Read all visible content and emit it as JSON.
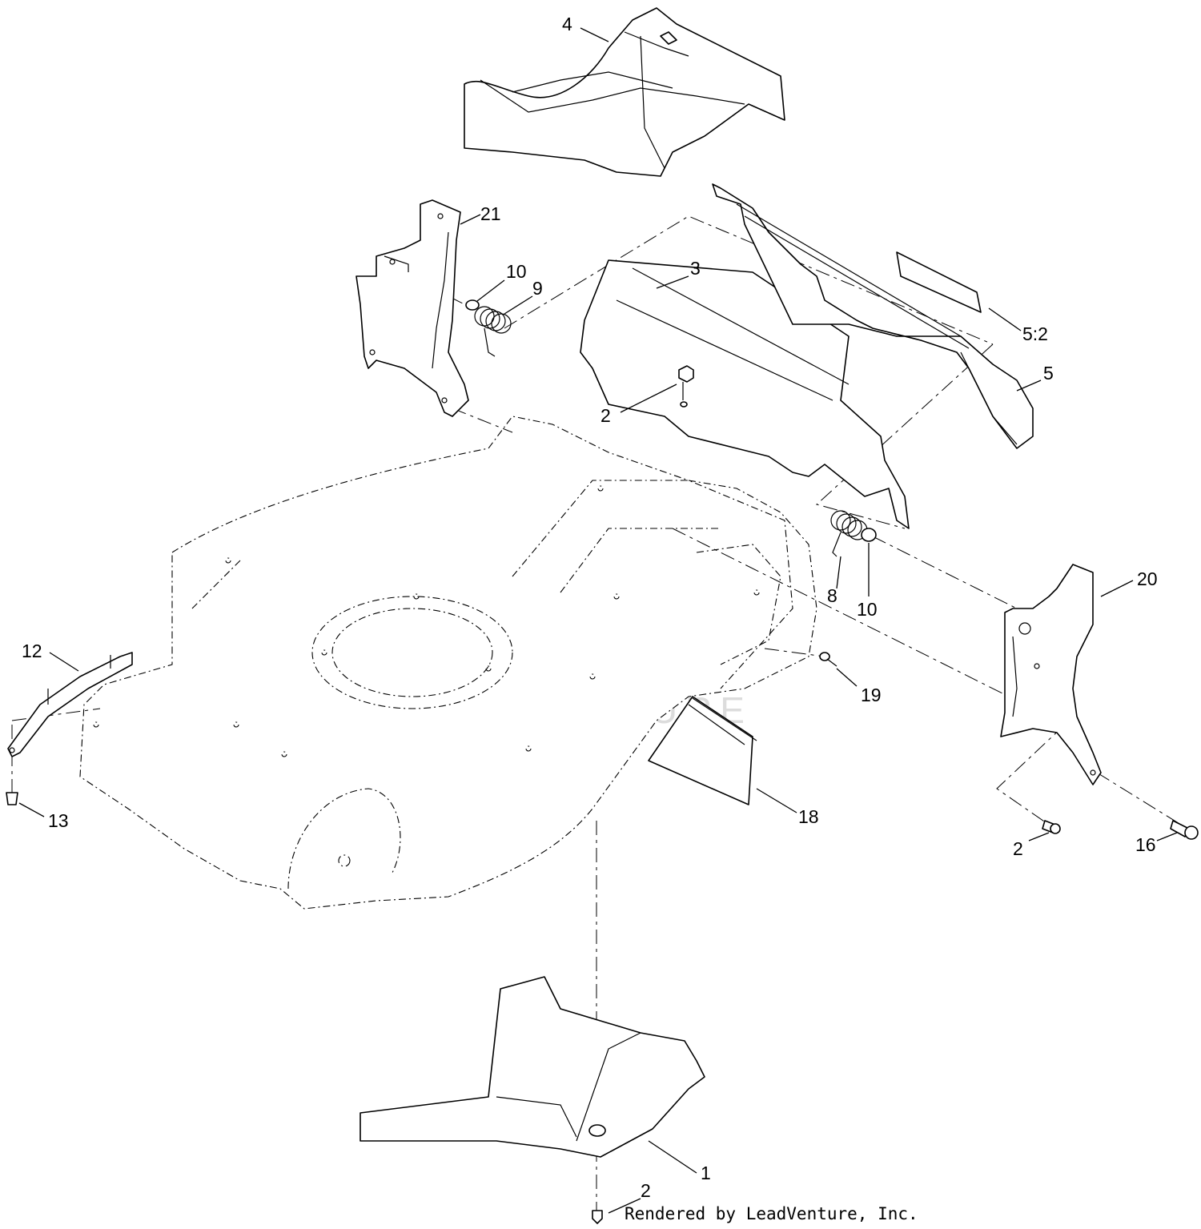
{
  "diagram": {
    "callouts": [
      {
        "id": "c4",
        "label": "4"
      },
      {
        "id": "c21",
        "label": "21"
      },
      {
        "id": "c10a",
        "label": "10"
      },
      {
        "id": "c9",
        "label": "9"
      },
      {
        "id": "c3",
        "label": "3"
      },
      {
        "id": "c52",
        "label": "5:2"
      },
      {
        "id": "c5",
        "label": "5"
      },
      {
        "id": "c2a",
        "label": "2"
      },
      {
        "id": "c20",
        "label": "20"
      },
      {
        "id": "c8",
        "label": "8"
      },
      {
        "id": "c10b",
        "label": "10"
      },
      {
        "id": "c12",
        "label": "12"
      },
      {
        "id": "c19",
        "label": "19"
      },
      {
        "id": "c13",
        "label": "13"
      },
      {
        "id": "c18",
        "label": "18"
      },
      {
        "id": "c2b",
        "label": "2"
      },
      {
        "id": "c16",
        "label": "16"
      },
      {
        "id": "c1",
        "label": "1"
      },
      {
        "id": "c2c",
        "label": "2"
      }
    ],
    "credit": "Rendered by LeadVenture, Inc.",
    "watermark": "LEADVENTURE"
  }
}
